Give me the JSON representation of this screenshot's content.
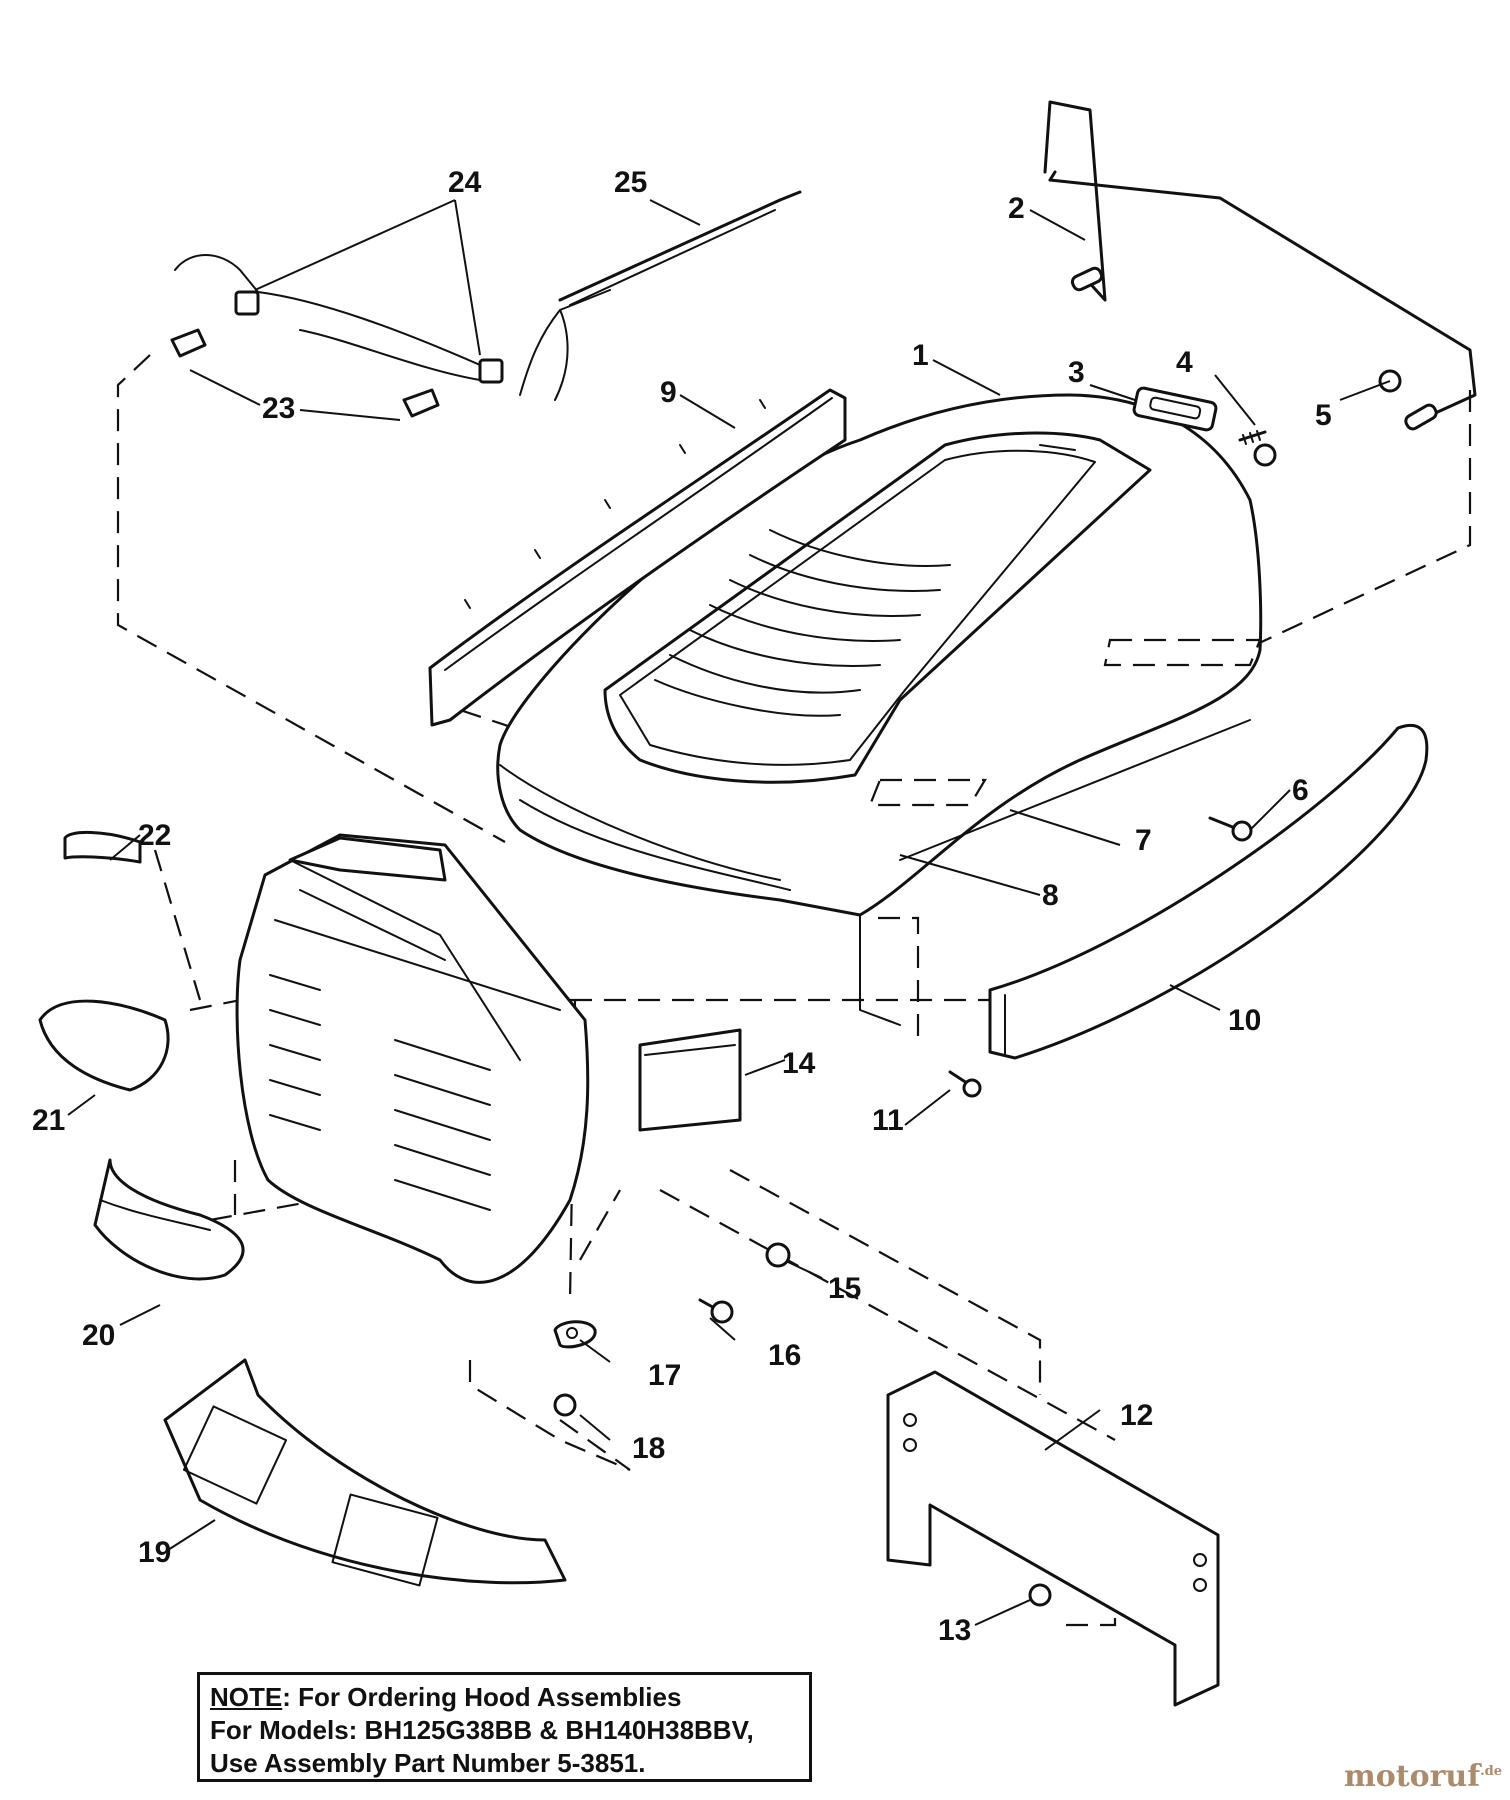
{
  "callouts": {
    "c1": "1",
    "c2": "2",
    "c3": "3",
    "c4": "4",
    "c5": "5",
    "c6": "6",
    "c7": "7",
    "c8": "8",
    "c9": "9",
    "c10": "10",
    "c11": "11",
    "c12": "12",
    "c13": "13",
    "c14": "14",
    "c15": "15",
    "c16": "16",
    "c17": "17",
    "c18": "18",
    "c19": "19",
    "c20": "20",
    "c21": "21",
    "c22": "22",
    "c23": "23",
    "c24": "24",
    "c25": "25"
  },
  "note": {
    "label": "NOTE",
    "line1_rest": ":  For Ordering Hood Assemblies",
    "line2": "For Models: BH125G38BB & BH140H38BBV,",
    "line3": "Use Assembly Part Number 5-3851."
  },
  "watermark": {
    "brand": "motoruf",
    "suffix": ".de"
  }
}
